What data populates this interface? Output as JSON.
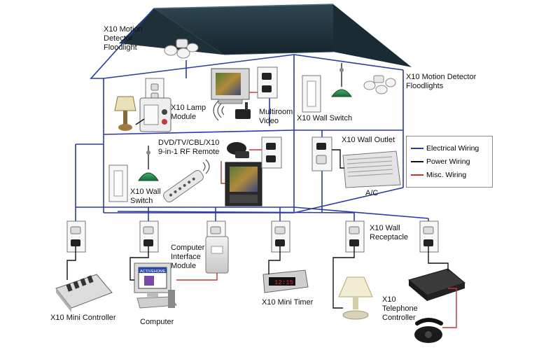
{
  "labels": {
    "motion_left": [
      "X10 Motion",
      "Detector",
      "Floodlight"
    ],
    "motion_right": [
      "X10 Motion Detector",
      "Floodlights"
    ],
    "lamp_module": [
      "X10 Lamp",
      "Module"
    ],
    "multiroom_video": [
      "Multiroom",
      "Video"
    ],
    "wall_switch_upper": "X10 Wall Switch",
    "rf_remote": [
      "DVD/TV/CBL/X10",
      "9-in-1 RF Remote"
    ],
    "wall_outlet": "X10 Wall Outlet",
    "wall_switch_lower": [
      "X10 Wall",
      "Switch"
    ],
    "ac": "A/C",
    "wall_receptacle": [
      "X10 Wall",
      "Receptacle"
    ],
    "computer_interface": [
      "Computer",
      "Interface",
      "Module"
    ],
    "mini_controller": "X10 Mini Controller",
    "computer": "Computer",
    "mini_timer": "X10 Mini Timer",
    "telephone_controller": [
      "X10",
      "Telephone",
      "Controller"
    ]
  },
  "legend": [
    {
      "label": "Electrical Wiring",
      "color": "#2a3aa8"
    },
    {
      "label": "Power Wiring",
      "color": "#111111"
    },
    {
      "label": "Misc. Wiring",
      "color": "#c83232"
    }
  ],
  "screens": {
    "computer_brand": "ACTIVEHOME",
    "timer_display": "12:15"
  },
  "colors": {
    "electrical": "#2a3aa8",
    "power": "#111111",
    "misc": "#c83232",
    "roof": "#233540",
    "lamp_shade": "#1f8a4a"
  }
}
